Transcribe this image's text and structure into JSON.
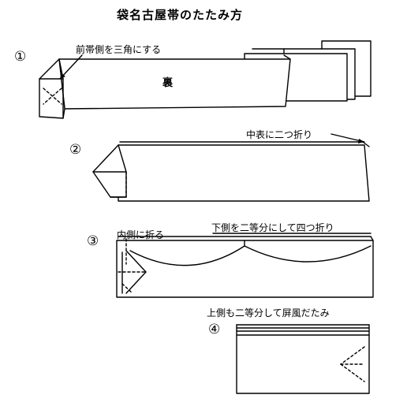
{
  "title": "袋名古屋帯のたたみ方",
  "steps": [
    {
      "number": "①",
      "label": "前帯側を三角にする",
      "inner_label": "裏"
    },
    {
      "number": "②",
      "label": "中表に二つ折り"
    },
    {
      "number": "③",
      "label": "下側を二等分にして四つ折り",
      "label_left": "内側に折る"
    },
    {
      "number": "④",
      "label": "上側も二等分して屏風だたみ"
    }
  ]
}
